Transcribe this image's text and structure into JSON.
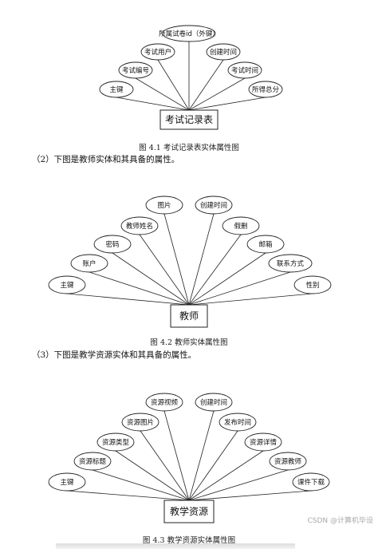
{
  "diagrams": [
    {
      "id": "exam-record",
      "entity": "考试记录表",
      "attributes": [
        "主键",
        "考试编号",
        "考试用户",
        "所属试卷id（外键）",
        "创建时间",
        "考试时间",
        "所得总分"
      ],
      "caption": "图 4.1  考试记录表实体属性图"
    },
    {
      "id": "teacher",
      "entity": "教师",
      "attributes": [
        "主键",
        "账户",
        "密码",
        "教师姓名",
        "图片",
        "创建时间",
        "假删",
        "邮箱",
        "联系方式",
        "性别"
      ],
      "caption": "图 4.2  教师实体属性图"
    },
    {
      "id": "teaching-resource",
      "entity": "教学资源",
      "attributes": [
        "主键",
        "资源标题",
        "资源类型",
        "资源图片",
        "资源视频",
        "创建时间",
        "发布时间",
        "资源详情",
        "资源教师",
        "课件下载"
      ],
      "caption": "图 4.3  教学资源实体属性图"
    }
  ],
  "paragraphs": [
    "（2）下图是教师实体和其具备的属性。",
    "（3）下图是教学资源实体和其具备的属性。"
  ],
  "watermark": "CSDN @计算机毕设"
}
